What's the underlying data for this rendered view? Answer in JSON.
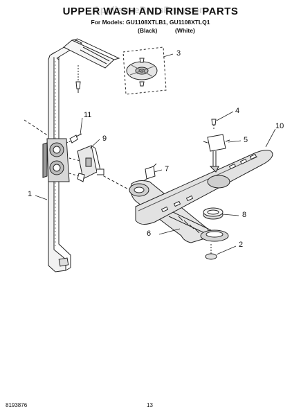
{
  "header": {
    "title": "UPPER WASH AND RINSE PARTS",
    "watermark": "AppliancePartsPros.com",
    "models_line": "For Models: GU1108XTLB1, GU1108XTLQ1",
    "variant_black": "(Black)",
    "variant_white": "(White)"
  },
  "callouts": [
    "1",
    "2",
    "3",
    "4",
    "5",
    "6",
    "7",
    "8",
    "9",
    "10",
    "11"
  ],
  "footer": {
    "doc_number": "8193876",
    "page_number": "13"
  }
}
